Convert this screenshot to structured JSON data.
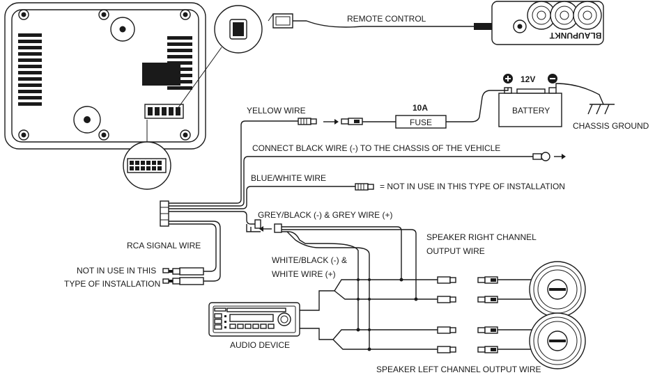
{
  "labels": {
    "remote_control": "REMOTE CONTROL",
    "remote_brand": "BLAUPUNKT",
    "battery_voltage": "12V",
    "battery": "BATTERY",
    "chassis_ground": "CHASSIS GROUND",
    "fuse_rating": "10A",
    "fuse": "FUSE",
    "yellow_wire": "YELLOW WIRE",
    "black_wire": "CONNECT BLACK WIRE (-) TO THE CHASSIS OF THE VEHICLE",
    "blue_white_wire": "BLUE/WHITE WIRE",
    "not_in_use_blue": "= NOT IN USE IN THIS TYPE OF INSTALLATION",
    "grey_wire": "GREY/BLACK (-) & GREY WIRE (+)",
    "rca_signal_wire": "RCA SIGNAL WIRE",
    "rca_not_in_use_1": "NOT IN USE IN THIS",
    "rca_not_in_use_2": "TYPE OF INSTALLATION",
    "white_wire_1": "WHITE/BLACK (-) &",
    "white_wire_2": "WHITE WIRE (+)",
    "speaker_right_1": "SPEAKER RIGHT CHANNEL",
    "speaker_right_2": "OUTPUT WIRE",
    "speaker_left": "SPEAKER LEFT CHANNEL OUTPUT WIRE",
    "audio_device": "AUDIO DEVICE"
  },
  "icons": {
    "battery_positive": "plus-circle-icon",
    "battery_negative": "minus-circle-icon"
  },
  "colors": {
    "line": "#1a1a1a",
    "background": "#ffffff"
  }
}
